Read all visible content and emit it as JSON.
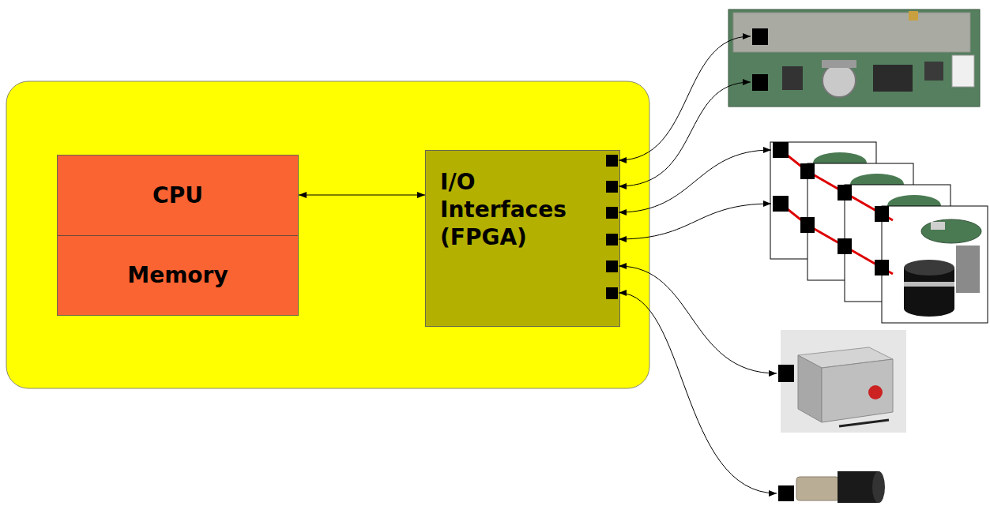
{
  "diagram": {
    "nodes": [
      {
        "text": [
          "CPU",
          "Memory"
        ]
      },
      {
        "text": [
          "I/O Interfaces (FPGA)"
        ]
      }
    ],
    "edges": [
      {
        "from": 0,
        "to": 1,
        "arrow": "both"
      }
    ]
  }
}
